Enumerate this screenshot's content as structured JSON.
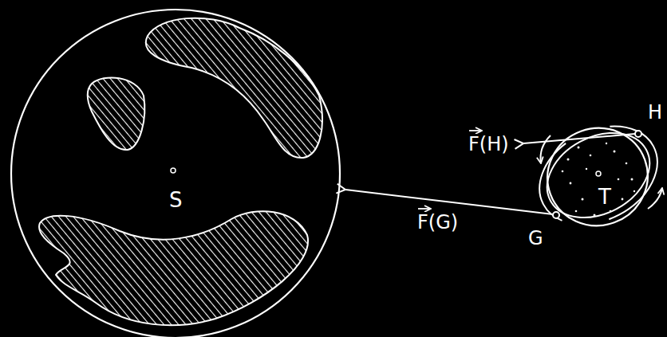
{
  "diagram": {
    "nodes": [
      {
        "text": [
          "S"
        ]
      },
      {
        "text": [
          "T"
        ]
      }
    ],
    "labels": [
      "F(H)",
      "H",
      "F(G)",
      "G"
    ]
  }
}
